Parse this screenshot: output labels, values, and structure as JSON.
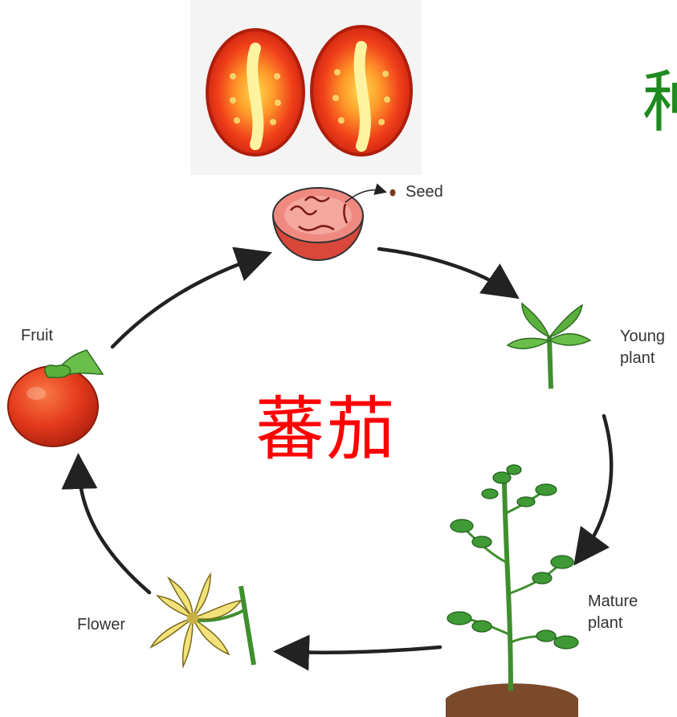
{
  "diagram": {
    "center_title": "蕃茄",
    "corner_title": "种",
    "stages": {
      "seed": "Seed",
      "young_plant": "Young\nplant",
      "mature_plant": "Mature\nplant",
      "flower": "Flower",
      "fruit": "Fruit"
    }
  },
  "colors": {
    "title_red": "#ff0000",
    "title_green": "#1f8a1f",
    "arrow": "#222222",
    "tomato_red": "#e43a1c",
    "leaf_green": "#4caf3d"
  }
}
